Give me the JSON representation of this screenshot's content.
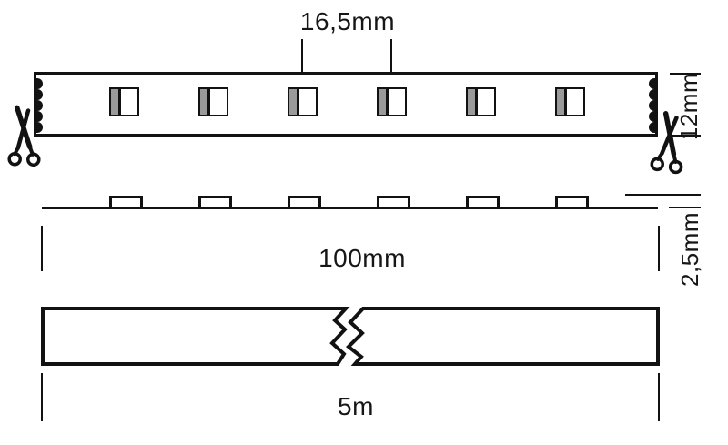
{
  "diagram": {
    "title": "LED strip dimension drawing",
    "dimensions": {
      "led_pitch": "16,5mm",
      "strip_width": "12mm",
      "cut_section_length": "100mm",
      "profile_height": "2,5mm",
      "total_length": "5m"
    },
    "top_view": {
      "led_count": 6,
      "solder_pads_per_end": 5
    },
    "side_view": {
      "bump_count": 6
    },
    "colors": {
      "line": "#121212",
      "background": "#ffffff",
      "led_contact_gray": "#9a9a9a"
    }
  }
}
